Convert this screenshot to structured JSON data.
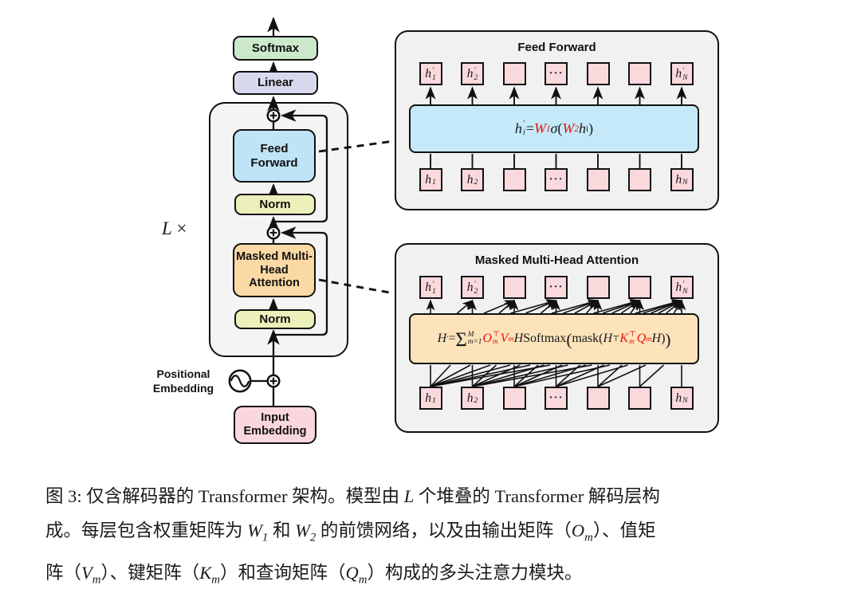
{
  "figure": {
    "stack": {
      "softmax_label": "Softmax",
      "linear_label": "Linear",
      "feed_forward_label": "Feed Forward",
      "norm_label_1": "Norm",
      "masked_attention_label": "Masked Multi-Head Attention",
      "norm_label_2": "Norm",
      "repeat_label": {
        "coeff": "L",
        "times": "×"
      },
      "positional_embedding_label": "Positional Embedding",
      "input_embedding_label": "Input Embedding"
    },
    "ff_panel": {
      "title": "Feed Forward",
      "formula_tokens": [
        {
          "t": "h",
          "c": "v"
        },
        {
          "t": "′|i",
          "c": "lim"
        },
        {
          "t": " = ",
          "c": "n"
        },
        {
          "t": "W",
          "c": "r"
        },
        {
          "t": "1",
          "c": "rsub"
        },
        {
          "t": " σ",
          "c": "v"
        },
        {
          "t": "(",
          "c": "n"
        },
        {
          "t": "W",
          "c": "r"
        },
        {
          "t": "2",
          "c": "rsub"
        },
        {
          "t": "h",
          "c": "v"
        },
        {
          "t": "i",
          "c": "sub"
        },
        {
          "t": ")",
          "c": "n"
        }
      ],
      "top_squares": [
        {
          "b": "h",
          "lim": "′|1"
        },
        {
          "b": "h",
          "lim": "′|2"
        },
        {},
        {
          "dots": "···"
        },
        {},
        {},
        {
          "b": "h",
          "lim": "′|N"
        }
      ],
      "bottom_squares": [
        {
          "b": "h",
          "sub": "1"
        },
        {
          "b": "h",
          "sub": "2"
        },
        {},
        {
          "dots": "···"
        },
        {},
        {},
        {
          "b": "h",
          "sub": "N"
        }
      ]
    },
    "attn_panel": {
      "title": "Masked Multi-Head Attention",
      "formula_tokens": [
        {
          "t": "H",
          "c": "v"
        },
        {
          "t": "′",
          "c": "sup"
        },
        {
          "t": " = ",
          "c": "n"
        },
        {
          "t": "Σ",
          "c": "sum"
        },
        {
          "t": "M|m=1",
          "c": "lim"
        },
        {
          "t": " ",
          "c": "n"
        },
        {
          "t": "O",
          "c": "r"
        },
        {
          "t": "⊤|m",
          "c": "rlim"
        },
        {
          "t": "V",
          "c": "r"
        },
        {
          "t": "m",
          "c": "rsub"
        },
        {
          "t": "H",
          "c": "v"
        },
        {
          "t": " Softmax",
          "c": "n"
        },
        {
          "t": "(",
          "c": "bp"
        },
        {
          "t": "mask(",
          "c": "n"
        },
        {
          "t": "H",
          "c": "v"
        },
        {
          "t": "⊤",
          "c": "sup"
        },
        {
          "t": "K",
          "c": "r"
        },
        {
          "t": "⊤|m",
          "c": "rlim"
        },
        {
          "t": "Q",
          "c": "r"
        },
        {
          "t": "m",
          "c": "rsub"
        },
        {
          "t": "H",
          "c": "v"
        },
        {
          "t": ")",
          "c": "n"
        },
        {
          "t": ")",
          "c": "bp"
        }
      ],
      "top_squares": [
        {
          "b": "h",
          "lim": "′|1"
        },
        {
          "b": "h",
          "lim": "′|2"
        },
        {},
        {
          "dots": "···"
        },
        {},
        {},
        {
          "b": "h",
          "lim": "′|N"
        }
      ],
      "bottom_squares": [
        {
          "b": "h",
          "sub": "1"
        },
        {
          "b": "h",
          "sub": "2"
        },
        {},
        {
          "dots": "···"
        },
        {},
        {},
        {
          "b": "h",
          "sub": "N"
        }
      ]
    }
  },
  "caption": {
    "lines": [
      [
        {
          "t": "图 3: 仅含解码器的 Transformer 架构。模型由 ",
          "c": "t"
        },
        {
          "t": "L",
          "c": "v"
        },
        {
          "t": " 个堆叠的 Transformer 解码层构",
          "c": "t"
        }
      ],
      [
        {
          "t": "成。每层包含权重矩阵为 ",
          "c": "t"
        },
        {
          "t": "W",
          "c": "v"
        },
        {
          "t": "1",
          "c": "sub"
        },
        {
          "t": " 和 ",
          "c": "t"
        },
        {
          "t": "W",
          "c": "v"
        },
        {
          "t": "2",
          "c": "sub"
        },
        {
          "t": " 的前馈网络，以及由输出矩阵（",
          "c": "t"
        },
        {
          "t": "O",
          "c": "v"
        },
        {
          "t": "m",
          "c": "sub"
        },
        {
          "t": "）、值矩",
          "c": "t"
        }
      ],
      [
        {
          "t": "阵（",
          "c": "t"
        },
        {
          "t": "V",
          "c": "v"
        },
        {
          "t": "m",
          "c": "sub"
        },
        {
          "t": "）、键矩阵（",
          "c": "t"
        },
        {
          "t": "K",
          "c": "v"
        },
        {
          "t": "m",
          "c": "sub"
        },
        {
          "t": "）和查询矩阵（",
          "c": "t"
        },
        {
          "t": "Q",
          "c": "v"
        },
        {
          "t": "m",
          "c": "sub"
        },
        {
          "t": "）构成的多头注意力模块。",
          "c": "t"
        }
      ]
    ]
  },
  "colors": {
    "softmax_box": "#cde9cb",
    "linear_box": "#d9d9ee",
    "feed_forward_box": "#bfe3f7",
    "norm_box": "#ecf0ba",
    "attention_box": "#fbd9a4",
    "embedding_box": "#f9d7dc",
    "token_square": "#fad9dd",
    "ff_formula_box": "#c5e9f8",
    "attn_formula_box": "#fce3ba",
    "panel_background": "#f1f1f1",
    "container_background": "#f4f4f4",
    "formula_highlight": "#e3120b",
    "line_color": "#111111"
  }
}
